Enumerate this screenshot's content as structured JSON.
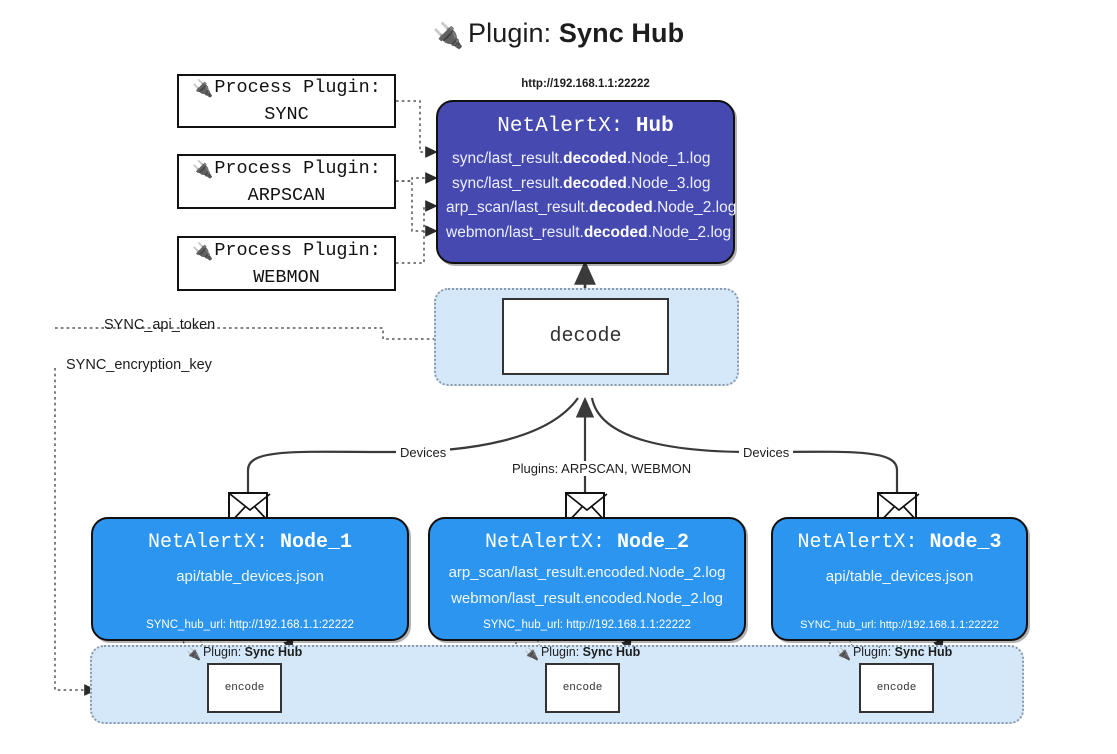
{
  "title": {
    "icon": "plug-icon",
    "prefix": "Plugin:",
    "name": "Sync Hub"
  },
  "process_plugins": [
    {
      "icon": "plug-icon",
      "line1": "Process Plugin:",
      "line2": "SYNC"
    },
    {
      "icon": "plug-icon",
      "line1": "Process Plugin:",
      "line2": "ARPSCAN"
    },
    {
      "icon": "plug-icon",
      "line1": "Process Plugin:",
      "line2": "WEBMON"
    }
  ],
  "hub": {
    "url": "http://192.168.1.1:22222",
    "title_prefix": "NetAlertX:",
    "title_name": "Hub",
    "logs": [
      {
        "pre": "sync/last_result.",
        "em": "decoded",
        "post": ".Node_1.log"
      },
      {
        "pre": "sync/last_result.",
        "em": "decoded",
        "post": ".Node_3.log"
      },
      {
        "pre": "arp_scan/last_result.",
        "em": "decoded",
        "post": ".Node_2.log"
      },
      {
        "pre": "webmon/last_result.",
        "em": "decoded",
        "post": ".Node_2.log"
      }
    ]
  },
  "decode": {
    "label": "decode"
  },
  "secrets": [
    {
      "label": "SYNC_api_token"
    },
    {
      "label": "SYNC_encryption_key"
    }
  ],
  "edge_labels": {
    "devices_left": "Devices",
    "devices_right": "Devices",
    "plugins_center": "Plugins: ARPSCAN, WEBMON"
  },
  "nodes": [
    {
      "title_prefix": "NetAlertX:",
      "title_name": "Node_1",
      "logs": [
        "api/table_devices.json"
      ],
      "hub_url": "SYNC_hub_url: http://192.168.1.1:22222",
      "icon": "envelope-icon"
    },
    {
      "title_prefix": "NetAlertX:",
      "title_name": "Node_2",
      "logs": [
        "arp_scan/last_result.encoded.Node_2.log",
        "webmon/last_result.encoded.Node_2.log"
      ],
      "hub_url": "SYNC_hub_url: http://192.168.1.1:22222",
      "icon": "envelope-icon"
    },
    {
      "title_prefix": "NetAlertX:",
      "title_name": "Node_3",
      "logs": [
        "api/table_devices.json"
      ],
      "hub_url": "SYNC_hub_url: http://192.168.1.1:22222",
      "icon": "envelope-icon"
    }
  ],
  "encoders": [
    {
      "plugin_prefix": "Plugin:",
      "plugin_name": "Sync Hub",
      "label": "encode",
      "icon": "plug-icon"
    },
    {
      "plugin_prefix": "Plugin:",
      "plugin_name": "Sync Hub",
      "label": "encode",
      "icon": "plug-icon"
    },
    {
      "plugin_prefix": "Plugin:",
      "plugin_name": "Sync Hub",
      "label": "encode",
      "icon": "plug-icon"
    }
  ],
  "colors": {
    "hub_fill": "#4549b0",
    "node_fill": "#2b95ef",
    "container_fill": "#d4e8fa",
    "stroke": "#111111",
    "background": "#ffffff"
  }
}
